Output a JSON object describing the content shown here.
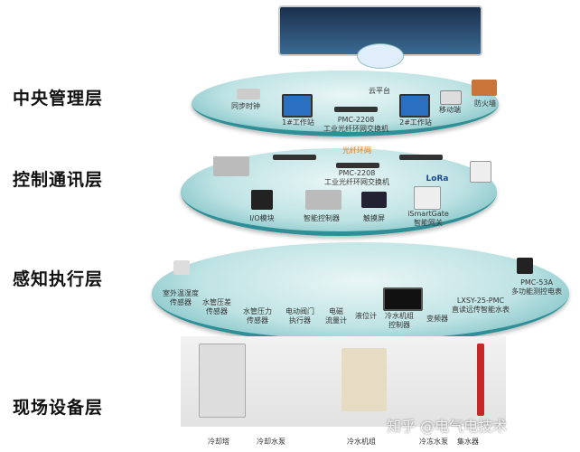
{
  "layers": [
    "中央管理层",
    "控制通讯层",
    "感知执行层",
    "现场设备层"
  ],
  "management": {
    "cloud": "云平台",
    "items": [
      "同步时钟",
      "1#工作站",
      "PMC-2208\n工业光纤环网交换机",
      "2#工作站",
      "移动端",
      "防火墙"
    ]
  },
  "control": {
    "ring": "光纤环网",
    "switch": "PMC-2208\n工业光纤环网交换机",
    "lora": "LoRa",
    "items": [
      "I/O模块",
      "智能控制器",
      "触摸屏",
      "iSmartGate\n智能网关"
    ]
  },
  "sensing": {
    "items": [
      "室外温湿度\n传感器",
      "水管压差\n传感器",
      "水管压力\n传感器",
      "电动阀门\n执行器",
      "电磁\n流量计",
      "液位计",
      "冷水机组\n控制器",
      "变频器",
      "LXSY-25-PMC\n直读远传智能水表",
      "PMC-53A\n多功能测控电表"
    ]
  },
  "field": {
    "items": [
      "冷却塔",
      "冷却水泵",
      "冷水机组",
      "冷冻水泵",
      "集水器"
    ]
  },
  "watermark": "知乎 @电气电技术",
  "colors": {
    "disc": "#bfe3e4",
    "edge": "#2e8f96",
    "ring": "#f0a050"
  }
}
